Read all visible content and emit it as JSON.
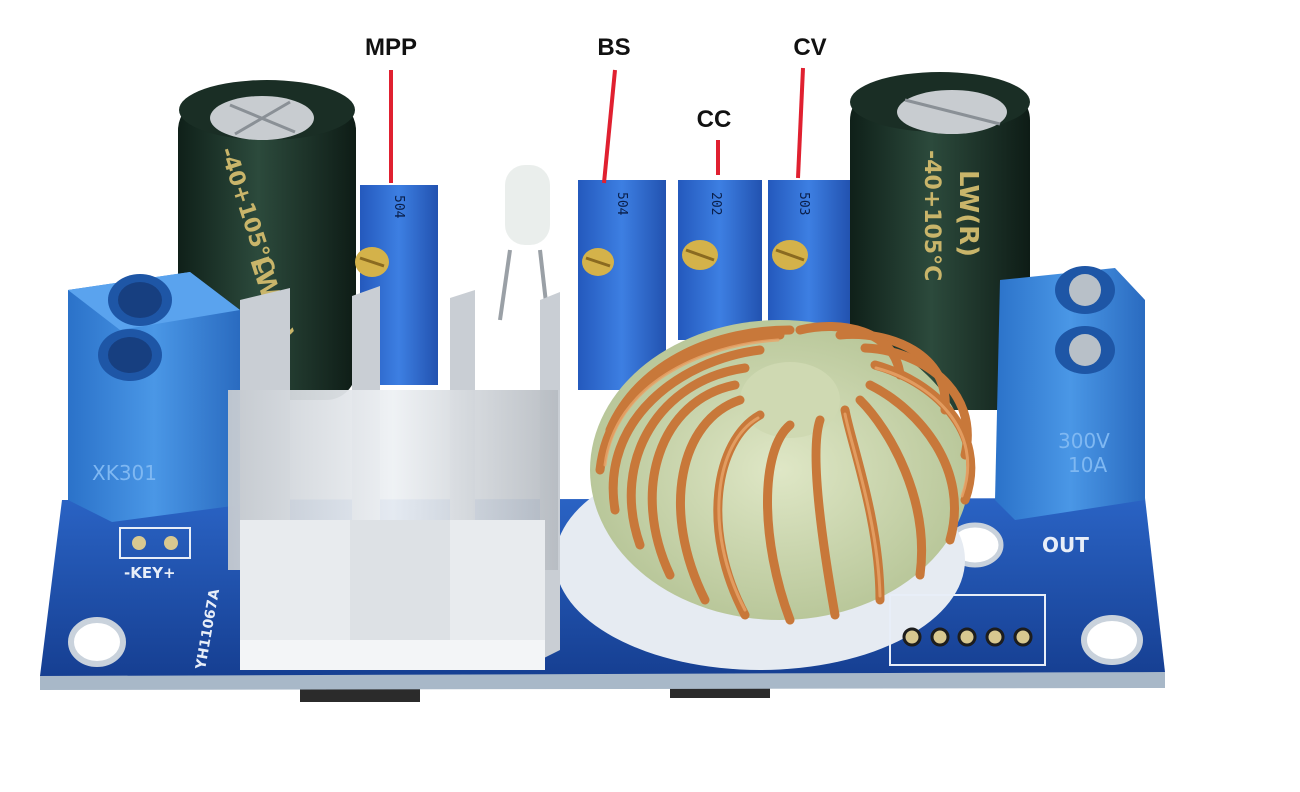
{
  "callouts": [
    {
      "label": "MPP"
    },
    {
      "label": "BS"
    },
    {
      "label": "CC"
    },
    {
      "label": "CV"
    }
  ],
  "board": {
    "out_label": "OUT",
    "key_label": "-KEY+",
    "model_label": "YH11067A",
    "terminal_left_text": "XK301",
    "terminal_right_rating": "300V",
    "terminal_right_current": "10A",
    "pot_mpp_code": "504",
    "pot_bs_code": "504",
    "pot_cc_code": "202",
    "pot_cv_code": "503",
    "cap_text": "LW(R)",
    "cap_temp": "-40+105°C"
  },
  "colors": {
    "callout_line": "#e02030",
    "pcb": "#1a4ea8",
    "pot": "#2f6fd6",
    "terminal": "#3a86dc",
    "capacitor": "#1f3a2e",
    "copper": "#c8783a",
    "heatsink": "#d9dde2"
  }
}
